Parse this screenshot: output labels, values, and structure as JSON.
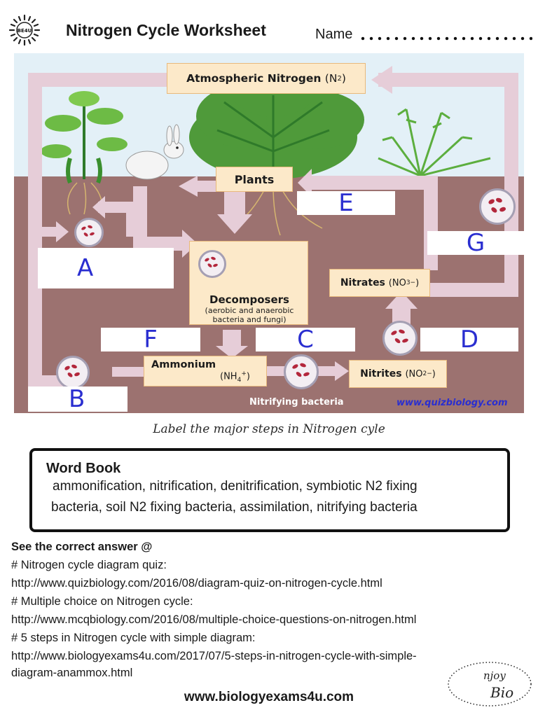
{
  "header": {
    "logo_text": "BE4U",
    "title": "Nitrogen Cycle Worksheet",
    "name_label": "Name"
  },
  "diagram": {
    "atmospheric_label": "Atmospheric Nitrogen",
    "atmospheric_formula": "(N",
    "atmospheric_sub": "2",
    "atmospheric_close": ")",
    "plants_label": "Plants",
    "decomposers_label": "Decomposers",
    "decomposers_sub1": "(aerobic and anaerobic",
    "decomposers_sub2": "bacteria and fungi)",
    "ammonium_label": "Ammonium",
    "ammonium_formula": "(NH",
    "ammonium_sub": "4",
    "ammonium_sup": "+",
    "ammonium_close": ")",
    "nitrites_label": "Nitrites",
    "nitrites_formula": "(NO",
    "nitrites_sub": "2",
    "nitrites_sup": "−",
    "nitrites_close": ")",
    "nitrates_label": "Nitrates",
    "nitrates_formula": "(NO",
    "nitrates_sub": "3",
    "nitrates_sup": "−",
    "nitrates_close": ")",
    "nitrifying_label": "Nitrifying bacteria",
    "watermark": "www.quizbiology.com",
    "answer_letters": [
      "A",
      "B",
      "C",
      "D",
      "E",
      "F",
      "G"
    ]
  },
  "caption": "Label the major steps in Nitrogen cyle",
  "word_book": {
    "title": "Word Book",
    "line1": "ammonification, nitrification, denitrification, symbiotic N2 fixing",
    "line2": "bacteria, soil N2 fixing bacteria, assimilation, nitrifying bacteria"
  },
  "references": {
    "heading": "See the correct answer @",
    "lines": [
      "# Nitrogen cycle diagram quiz:",
      "http://www.quizbiology.com/2016/08/diagram-quiz-on-nitrogen-cycle.html",
      "# Multiple choice on Nitrogen cycle:",
      "http://www.mcqbiology.com/2016/08/multiple-choice-questions-on-nitrogen.html",
      "# 5 steps in Nitrogen cycle with simple diagram:",
      "http://www.biologyexams4u.com/2017/07/5-steps-in-nitrogen-cycle-with-simple-",
      "diagram-anammox.html"
    ]
  },
  "footer": {
    "url": "www.biologyexams4u.com",
    "badge_line1": "njoy",
    "badge_line2": "Bio"
  },
  "colors": {
    "soil": "#9c7270",
    "sky": "#e3f0f7",
    "arrow": "#e6cdd8",
    "box_fill": "#fce9c9",
    "answer_letter": "#2a2ed0"
  }
}
